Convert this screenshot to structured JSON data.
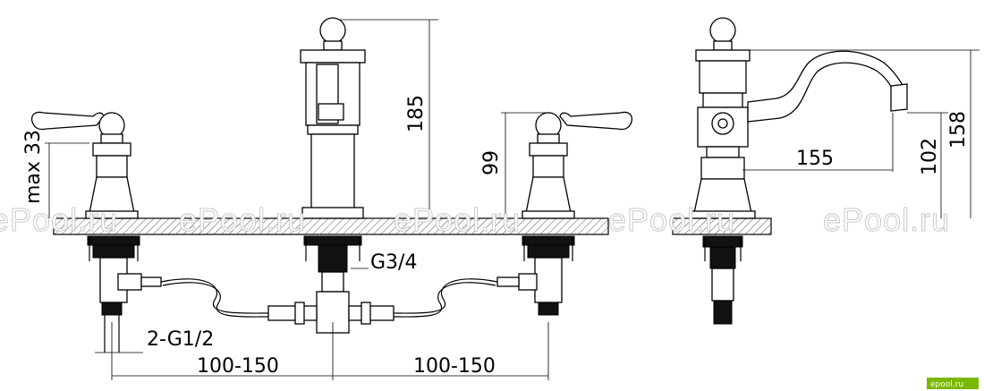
{
  "dimensions": {
    "max_height_label": "max 33",
    "spout_height": "185",
    "handle_height": "99",
    "thread_main": "G3/4",
    "thread_inlets": "2-G1/2",
    "spacing_left": "100-150",
    "spacing_right": "100-150",
    "reach": "155",
    "outlet_height": "102",
    "total_height": "158"
  },
  "watermarks": [
    "ePool.ru",
    "ePool.ru",
    "ePool.ru",
    "ePool.ru",
    "ePool.ru"
  ],
  "brand": {
    "label": "epool.ru",
    "color": "#7ab800"
  }
}
